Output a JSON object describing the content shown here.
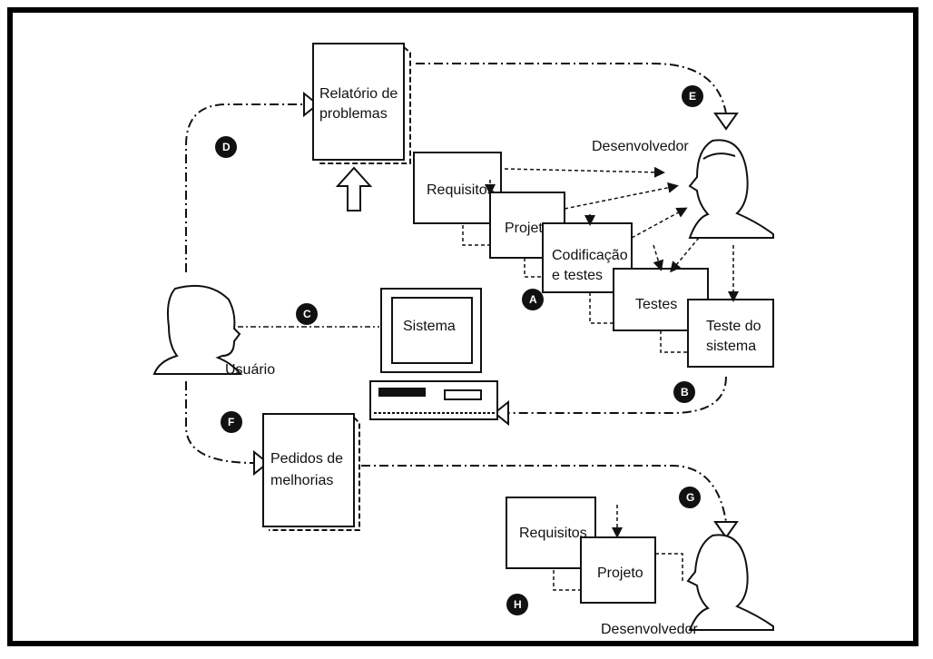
{
  "labels": {
    "relatorio_line1": "Relatório de",
    "relatorio_line2": "problemas",
    "desenvolvedor_top": "Desenvolvedor",
    "requisitos_top": "Requisitos",
    "projeto_top": "Projeto",
    "codificacao_line1": "Codificação",
    "codificacao_line2": "e testes",
    "testes": "Testes",
    "teste_sistema_line1": "Teste do",
    "teste_sistema_line2": "sistema",
    "sistema": "Sistema",
    "usuario": "Usuário",
    "pedidos_line1": "Pedidos de",
    "pedidos_line2": "melhorias",
    "requisitos_bottom": "Requisitos",
    "projeto_bottom": "Projeto",
    "desenvolvedor_bottom": "Desenvolvedor"
  },
  "badges": {
    "a": "A",
    "b": "B",
    "c": "C",
    "d": "D",
    "e": "E",
    "f": "F",
    "g": "G",
    "h": "H"
  }
}
